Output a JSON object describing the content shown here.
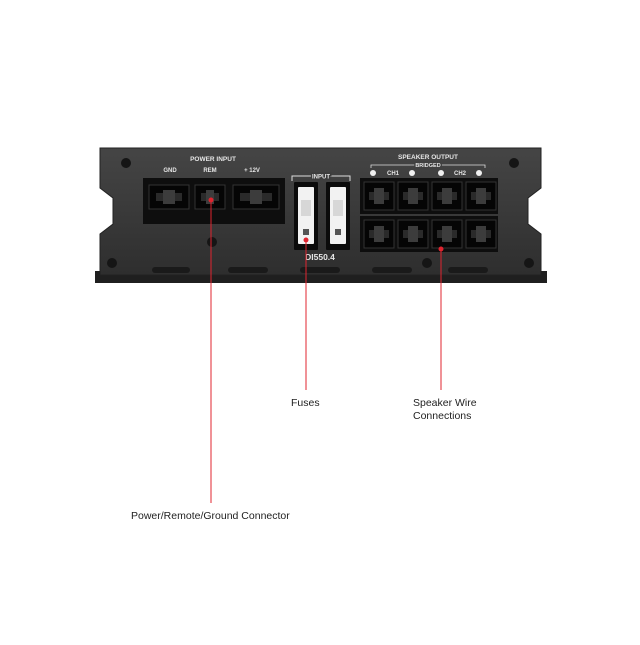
{
  "panel": {
    "power_input_title": "POWER INPUT",
    "gnd_label": "GND",
    "rem_label": "REM",
    "plus12_label": "+ 12V",
    "input_label": "INPUT",
    "model_label": "DI550.4",
    "speaker_output_title": "SPEAKER OUTPUT",
    "bridged_label": "BRIDGED",
    "ch1_label": "CH1",
    "ch2_label": "CH2"
  },
  "callouts": {
    "fuses": "Fuses",
    "speaker_line1": "Speaker Wire",
    "speaker_line2": "Connections",
    "power": "Power/Remote/Ground Connector"
  },
  "colors": {
    "chassis": "#3a3a3a",
    "chassis_dark": "#242424",
    "callout_line": "#e0242f",
    "fuse": "#f2f2f2"
  }
}
